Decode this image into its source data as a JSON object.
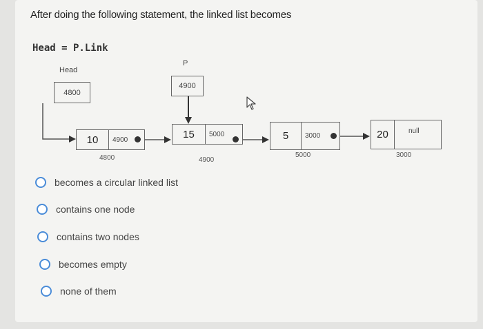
{
  "question": {
    "text": "After doing the following statement, the linked list becomes",
    "statement": "Head = P.Link"
  },
  "diagram": {
    "head_label": "Head",
    "head_value": "4800",
    "p_label": "P",
    "p_value": "4900",
    "nodes": [
      {
        "data": "10",
        "link": "4900",
        "address": "4800"
      },
      {
        "data": "15",
        "link": "5000",
        "address": "4900"
      },
      {
        "data": "5",
        "link": "3000",
        "address": "5000"
      },
      {
        "data": "20",
        "link": "null",
        "address": "3000"
      }
    ]
  },
  "options": [
    {
      "label": "becomes a circular linked list"
    },
    {
      "label": "contains one node"
    },
    {
      "label": "contains two nodes"
    },
    {
      "label": "becomes empty"
    },
    {
      "label": "none of them"
    }
  ],
  "colors": {
    "radio_border": "#4a8cd8",
    "background": "#f4f4f2"
  }
}
